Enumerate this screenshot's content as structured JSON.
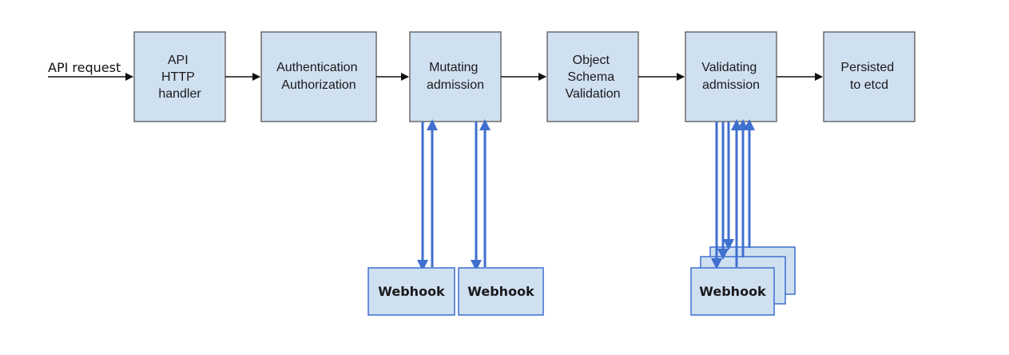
{
  "colors": {
    "box_fill": "#cfe0f1",
    "box_stroke": "#6b6b6b",
    "flow_arrow": "#111111",
    "webhook_arrow": "#3f6fcf"
  },
  "request_label": "API request",
  "stages": [
    {
      "lines": [
        "API",
        "HTTP",
        "handler"
      ]
    },
    {
      "lines": [
        "Authentication",
        "Authorization"
      ]
    },
    {
      "lines": [
        "Mutating",
        "admission"
      ]
    },
    {
      "lines": [
        "Object",
        "Schema",
        "Validation"
      ]
    },
    {
      "lines": [
        "Validating",
        "admission"
      ]
    },
    {
      "lines": [
        "Persisted",
        "to etcd"
      ]
    }
  ],
  "webhooks": {
    "mutating_1": "Webhook",
    "mutating_2": "Webhook",
    "validating": "Webhook"
  }
}
